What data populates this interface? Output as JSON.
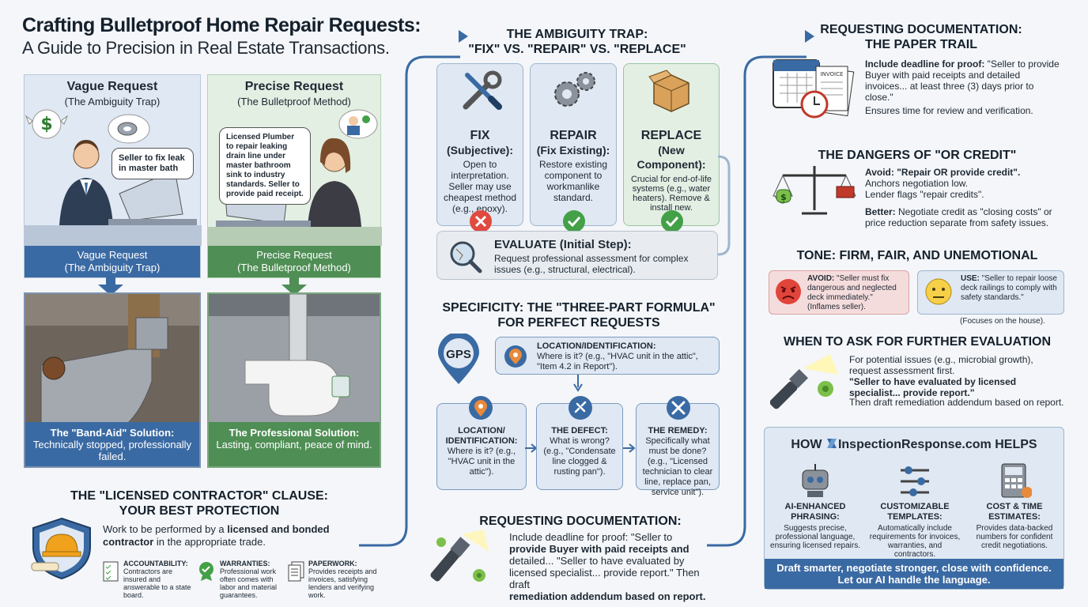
{
  "header": {
    "title": "Crafting Bulletproof Home Repair Requests:",
    "subtitle": "A Guide to Precision in Real Estate Transactions."
  },
  "vague": {
    "title": "Vague Request",
    "sub": "(The Ambiguity Trap)",
    "speech": "Seller to fix leak in master bath",
    "band_title": "Vague Request",
    "band_sub": "(The Ambiguity Trap)",
    "photo_cap_title": "The \"Band-Aid\" Solution:",
    "photo_cap_text": "Technically stopped, professionally failed."
  },
  "precise": {
    "title": "Precise Request",
    "sub": "(The Bulletproof Method)",
    "speech": "Licensed Plumber to repair leaking drain line under master bathroom sink to industry standards. Seller to provide paid receipt.",
    "band_title": "Precise Request",
    "band_sub": "(The Bulletproof Method)",
    "photo_cap_title": "The Professional Solution:",
    "photo_cap_text": "Lasting, compliant, peace of mind."
  },
  "licensed": {
    "heading1": "THE \"LICENSED CONTRACTOR\" CLAUSE:",
    "heading2": "YOUR BEST PROTECTION",
    "text_pre": "Work to be performed by a ",
    "text_bold": "licensed and bonded contractor",
    "text_post": " in the appropriate trade.",
    "items": [
      {
        "title": "ACCOUNTABILITY:",
        "text": "Contractors are insured and answerable to a state board."
      },
      {
        "title": "WARRANTIES:",
        "text": "Professional work often comes with labor and material guarantees."
      },
      {
        "title": "PAPERWORK:",
        "text": "Provides receipts and invoices, satisfying lenders and verifying work."
      }
    ]
  },
  "ambiguity": {
    "heading1": "THE AMBIGUITY TRAP:",
    "heading2": "\"FIX\" VS. \"REPAIR\" VS. \"REPLACE\"",
    "cards": [
      {
        "title": "FIX",
        "sub": "(Subjective):",
        "text": "Open to interpretation. Seller may use cheapest method (e.g., epoxy)."
      },
      {
        "title": "REPAIR",
        "sub": "(Fix Existing):",
        "text": "Restore existing component to workmanlike standard."
      },
      {
        "title": "REPLACE",
        "sub": "(New Component):",
        "text": "Crucial for end-of-life systems (e.g., water heaters). Remove & install new."
      }
    ],
    "evaluate_title": "EVALUATE (Initial Step):",
    "evaluate_text": "Request professional assessment for complex issues (e.g., structural, electrical)."
  },
  "specificity": {
    "heading1": "SPECIFICITY: THE \"THREE-PART FORMULA\"",
    "heading2": "FOR PERFECT REQUESTS",
    "gps": "GPS",
    "top_title": "LOCATION/IDENTIFICATION:",
    "top_text": "Where is it? (e.g., \"HVAC unit in the attic\", \"Item 4.2 in Report\").",
    "boxes": [
      {
        "title": "LOCATION/ IDENTIFICATION:",
        "text": "Where is it? (e.g., \"HVAC unit in the attic\")."
      },
      {
        "title": "THE DEFECT:",
        "text": "What is wrong? (e.g., \"Condensate line clogged & rusting pan\")."
      },
      {
        "title": "THE REMEDY:",
        "text": "Specifically what must be done? (e.g., \"Licensed technician to clear line, replace pan, service unit\")."
      }
    ]
  },
  "req_doc_bottom": {
    "heading": "REQUESTING DOCUMENTATION:",
    "t1": "Include deadline for proof: \"Seller to",
    "t2": "provide Buyer with paid receipts and",
    "t3": "detailed... \"Seller to have evaluated by",
    "t4": "licensed specialist... provide report.\" Then draft",
    "t5": "remediation addendum based on report."
  },
  "paper_trail": {
    "heading1": "REQUESTING DOCUMENTATION:",
    "heading2": "THE PAPER TRAIL",
    "bold": "Include deadline for proof:",
    "text": " \"Seller to provide Buyer with paid receipts and detailed invoices... at least three (3) days prior to close.\"",
    "note": "Ensures time for review and verification.",
    "invoice": "INVOICE"
  },
  "dangers": {
    "heading": "THE DANGERS OF \"OR CREDIT\"",
    "avoid_bold": "Avoid: \"Repair OR provide credit\".",
    "avoid_l2": "Anchors negotiation low.",
    "avoid_l3": "Lender flags \"repair credits\".",
    "better_bold": "Better:",
    "better_text": " Negotiate credit as \"closing costs\" or price reduction separate from safety issues."
  },
  "tone": {
    "heading": "TONE: FIRM, FAIR, AND UNEMOTIONAL",
    "avoid_bold": "AVOID:",
    "avoid_text": " \"Seller must fix dangerous and neglected deck immediately.\" (Inflames seller).",
    "use_bold": "USE:",
    "use_text": " \"Seller to repair loose deck railings to comply with safety standards.\"",
    "use_note": "(Focuses on the house)."
  },
  "further": {
    "heading": "WHEN TO ASK FOR FURTHER EVALUATION",
    "t1": "For potential issues (e.g., microbial growth), request assessment first.",
    "t2": "\"Seller to have evaluated by licensed specialist... provide report.\"",
    "t3": "Then draft remediation addendum based on report."
  },
  "helps": {
    "pre": "HOW ",
    "brand": "InspectionResponse.com",
    "post": " HELPS",
    "cols": [
      {
        "title": "AI-ENHANCED PHRASING:",
        "text": "Suggests precise, professional language, ensuring licensed repairs."
      },
      {
        "title": "CUSTOMIZABLE TEMPLATES:",
        "text": "Automatically include requirements for invoices, warranties, and contractors."
      },
      {
        "title": "COST & TIME ESTIMATES:",
        "text": "Provides data-backed numbers for confident credit negotiations."
      }
    ],
    "band1": "Draft smarter, negotiate stronger, close with confidence.",
    "band2": "Let our AI handle the language."
  },
  "colors": {
    "blue": "#3a6aa3",
    "green": "#4f8e55",
    "red": "#e04a3f",
    "check": "#43a047"
  }
}
